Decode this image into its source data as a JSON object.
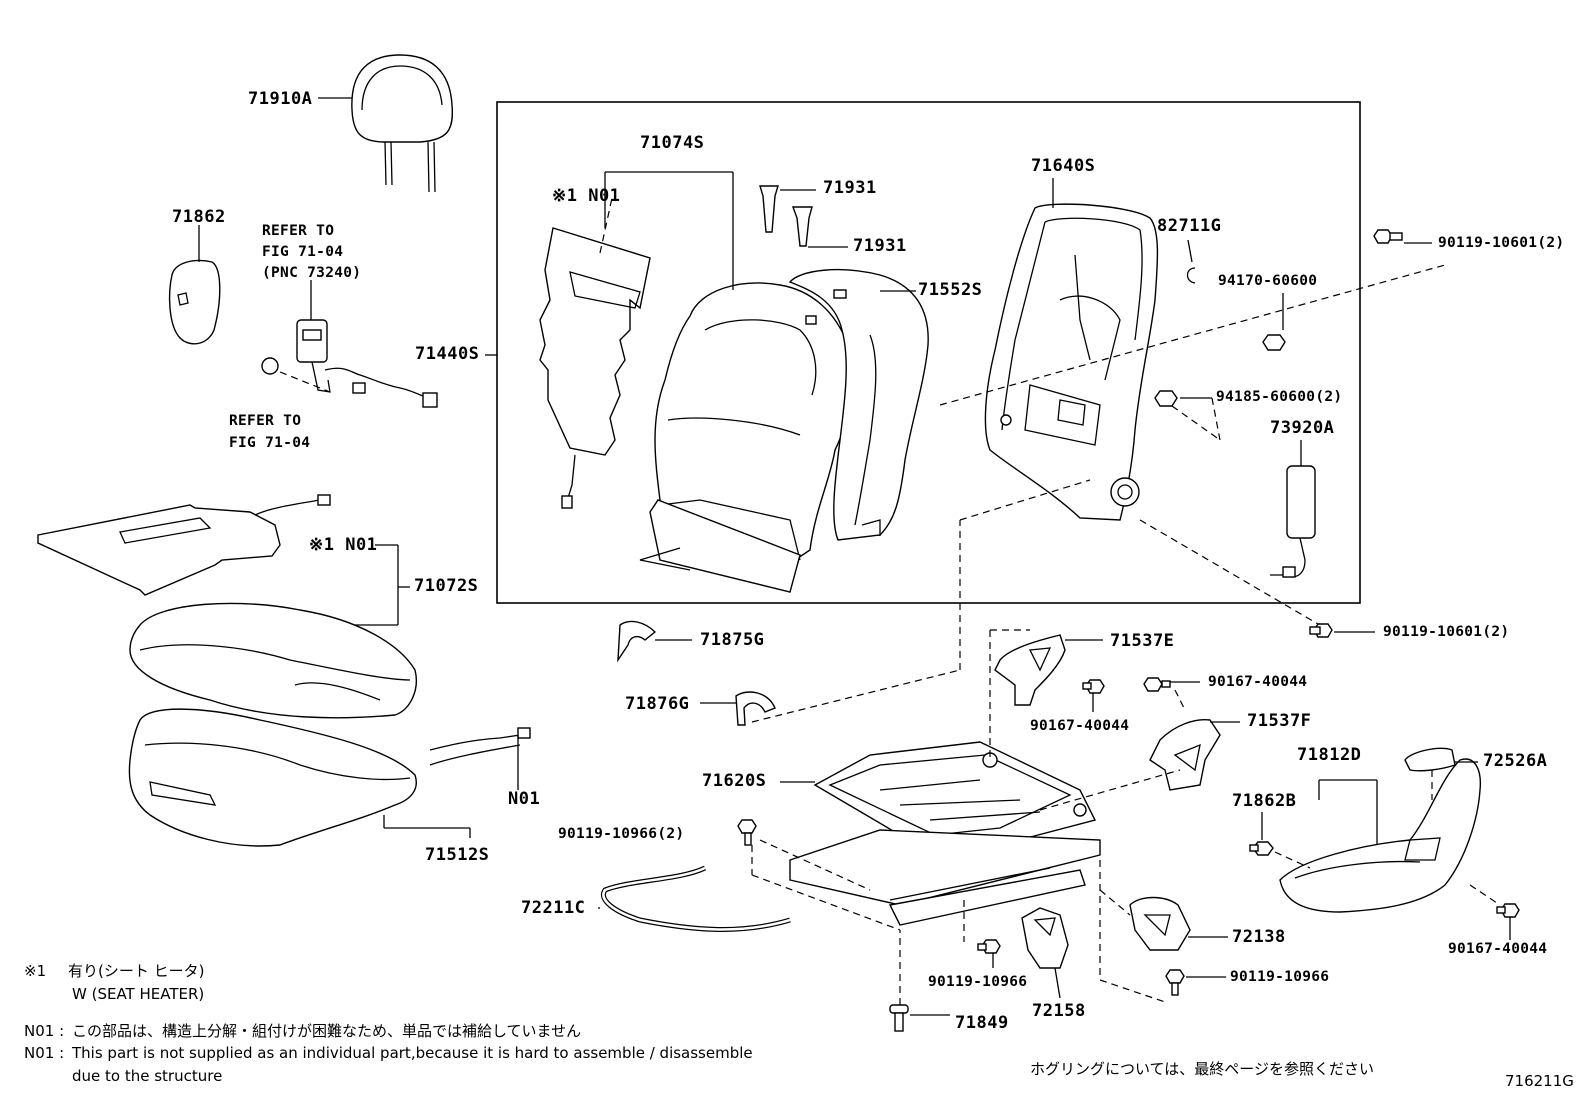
{
  "labels": {
    "p71910A": "71910A",
    "p71862": "71862",
    "refer1_l1": "REFER TO",
    "refer1_l2": "FIG 71-04",
    "refer1_l3": "(PNC 73240)",
    "refer2_l1": "REFER TO",
    "refer2_l2": "FIG 71-04",
    "p71074S": "71074S",
    "n01_top": "※1 N01",
    "p71931a": "71931",
    "p71931b": "71931",
    "p71552S": "71552S",
    "p71440S": "71440S",
    "p71640S": "71640S",
    "p82711G": "82711G",
    "p94170": "94170-60600",
    "p90119_10601a": "90119-10601(2)",
    "p94185": "94185-60600(2)",
    "p73920A": "73920A",
    "p90119_10601b": "90119-10601(2)",
    "n01_mid": "※1 N01",
    "p71072S": "71072S",
    "p71875G": "71875G",
    "p71876G": "71876G",
    "p71537E": "71537E",
    "p90167_a": "90167-40044",
    "p90167_b": "90167-40044",
    "p71537F": "71537F",
    "n01_low": "N01",
    "p71512S": "71512S",
    "p71620S": "71620S",
    "p71812D": "71812D",
    "p72526A": "72526A",
    "p71862B": "71862B",
    "p90119_10966a": "90119-10966(2)",
    "p72211C": "72211C",
    "p72138": "72138",
    "p90119_10966b": "90119-10966",
    "p90119_10966c": "90119-10966",
    "p72158": "72158",
    "p71849": "71849",
    "p90167_c": "90167-40044"
  },
  "notes": {
    "n1_mark": "※1",
    "n1_text": "有り(シート ヒータ)",
    "n1_text2": "W (SEAT  HEATER)",
    "n01_jp_key": "N01 :",
    "n01_jp": "この部品は、構造上分解・組付けが困難なため、単品では補給していません",
    "n01_en_key": "N01 :",
    "n01_en": "This part is not supplied as an individual part,because it is hard to assemble / disassemble",
    "n01_en2": "due to the structure",
    "hog_ring": "ホグリングについては、最終ページを参照ください",
    "fig_code": "716211G"
  }
}
